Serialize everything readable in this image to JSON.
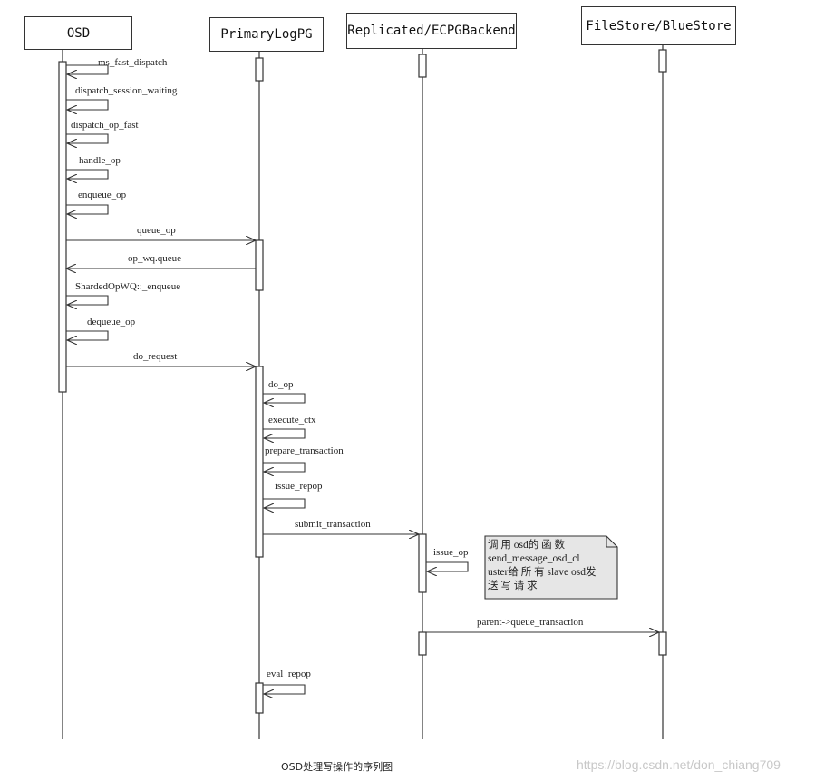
{
  "participants": [
    {
      "id": "osd",
      "label": "OSD"
    },
    {
      "id": "pg",
      "label": "PrimaryLogPG"
    },
    {
      "id": "backend",
      "label": "Replicated/ECPGBackend"
    },
    {
      "id": "store",
      "label": "FileStore/BlueStore"
    }
  ],
  "messages": [
    {
      "label": "ms_fast_dispatch",
      "from": "osd",
      "to": "osd"
    },
    {
      "label": "dispatch_session_waiting",
      "from": "osd",
      "to": "osd"
    },
    {
      "label": "dispatch_op_fast",
      "from": "osd",
      "to": "osd"
    },
    {
      "label": "handle_op",
      "from": "osd",
      "to": "osd"
    },
    {
      "label": "enqueue_op",
      "from": "osd",
      "to": "osd"
    },
    {
      "label": "queue_op",
      "from": "osd",
      "to": "pg"
    },
    {
      "label": "op_wq.queue",
      "from": "pg",
      "to": "osd"
    },
    {
      "label": "ShardedOpWQ::_enqueue",
      "from": "osd",
      "to": "osd"
    },
    {
      "label": "dequeue_op",
      "from": "osd",
      "to": "osd"
    },
    {
      "label": "do_request",
      "from": "osd",
      "to": "pg"
    },
    {
      "label": "do_op",
      "from": "pg",
      "to": "pg"
    },
    {
      "label": "execute_ctx",
      "from": "pg",
      "to": "pg"
    },
    {
      "label": "prepare_transaction",
      "from": "pg",
      "to": "pg"
    },
    {
      "label": "issue_repop",
      "from": "pg",
      "to": "pg"
    },
    {
      "label": "submit_transaction",
      "from": "pg",
      "to": "backend"
    },
    {
      "label": "issue_op",
      "from": "backend",
      "to": "backend"
    },
    {
      "label": "parent->queue_transaction",
      "from": "backend",
      "to": "store"
    },
    {
      "label": "eval_repop",
      "from": "pg",
      "to": "pg"
    }
  ],
  "note": {
    "lines": [
      "调 用 osd的 函 数",
      "send_message_osd_cl",
      "uster给 所 有 slave osd发",
      "送 写 请 求"
    ]
  },
  "caption": "OSD处理写操作的序列图",
  "watermark": "https://blog.csdn.net/don_chiang709",
  "colors": {
    "line": "#333333",
    "note_fill": "#e6e6e6",
    "watermark": "#c8c8c8"
  }
}
